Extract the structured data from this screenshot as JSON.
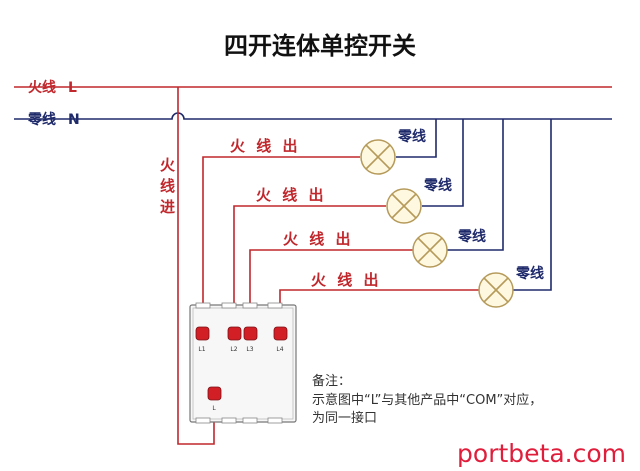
{
  "title": "四开连体单控开关",
  "live_line": {
    "label": "火线",
    "letter": "L"
  },
  "neutral_line": {
    "label": "零线",
    "letter": "N"
  },
  "live_in": [
    "火",
    "线",
    "进"
  ],
  "outputs": [
    {
      "label": "火 线 出",
      "neutral": "零线"
    },
    {
      "label": "火 线 出",
      "neutral": "零线"
    },
    {
      "label": "火 线 出",
      "neutral": "零线"
    },
    {
      "label": "火 线 出",
      "neutral": "零线"
    }
  ],
  "terminals": [
    "L1",
    "L2",
    "L3",
    "L4"
  ],
  "common_terminal": "L",
  "note": [
    "备注：",
    "示意图中“L”与其他产品中“COM”对应，",
    "为同一接口"
  ],
  "watermark": "portbeta.com",
  "colors": {
    "live": "#c0282d",
    "neutral": "#1f2a6b",
    "terminal": "#d21f26"
  }
}
